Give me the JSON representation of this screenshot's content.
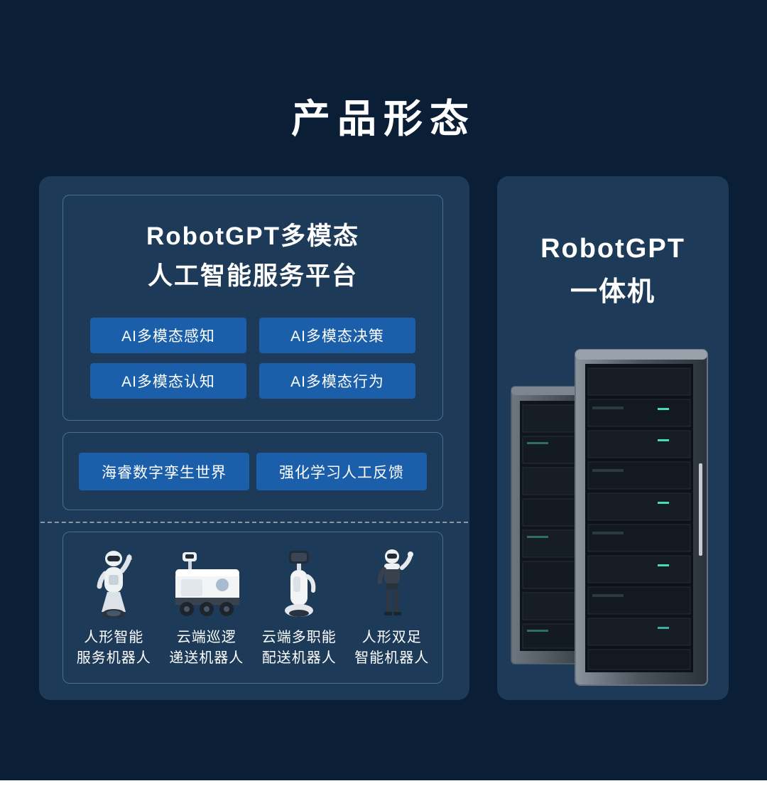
{
  "page": {
    "title": "产品形态"
  },
  "left_panel": {
    "platform": {
      "title_line1": "RobotGPT多模态",
      "title_line2": "人工智能服务平台",
      "capabilities": [
        "AI多模态感知",
        "AI多模态决策",
        "AI多模态认知",
        "AI多模态行为"
      ]
    },
    "tech": [
      "海睿数字孪生世界",
      "强化学习人工反馈"
    ],
    "robots": [
      {
        "name_line1": "人形智能",
        "name_line2": "服务机器人"
      },
      {
        "name_line1": "云端巡逻",
        "name_line2": "递送机器人"
      },
      {
        "name_line1": "云端多职能",
        "name_line2": "配送机器人"
      },
      {
        "name_line1": "人形双足",
        "name_line2": "智能机器人"
      }
    ]
  },
  "right_panel": {
    "title_line1": "RobotGPT",
    "title_line2": "一体机"
  },
  "colors": {
    "background": "#0a1f36",
    "panel": "#1d3b59",
    "button": "#1b5ea9",
    "card_border": "#4a6d90",
    "text": "#ffffff"
  }
}
